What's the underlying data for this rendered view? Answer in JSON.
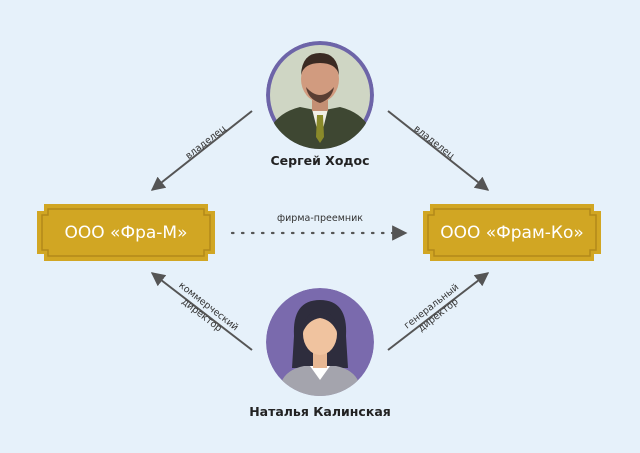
{
  "diagram": {
    "people": {
      "top": {
        "name": "Сергей Ходос"
      },
      "bottom": {
        "name": "Наталья Калинская"
      }
    },
    "companies": {
      "left": {
        "name": "ООО «Фра-М»"
      },
      "right": {
        "name": "ООО «Фрам-Ко»"
      }
    },
    "edges": {
      "top_left": "владелец",
      "top_right": "владелец",
      "successor": "фирма-преемник",
      "bottom_left": [
        "коммерческий",
        "директор"
      ],
      "bottom_right": [
        "генеральный",
        "директор"
      ]
    }
  },
  "colors": {
    "background": "#e6f1fa",
    "company_fill": "#d1a623",
    "company_border": "#b3891a",
    "arrow": "#555555",
    "top_avatar_ring": "#6d64a8",
    "bottom_avatar_bg": "#7a6aad"
  }
}
